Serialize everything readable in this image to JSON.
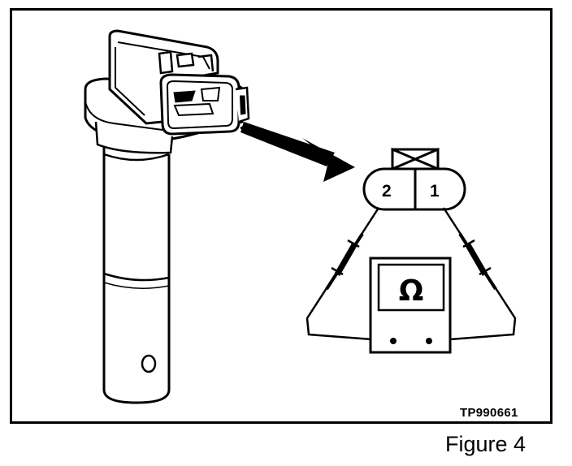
{
  "figure": {
    "caption": "Figure 4",
    "code": "TP990661"
  },
  "connector": {
    "pins": [
      "2",
      "1"
    ]
  },
  "meter": {
    "symbol": "Ω"
  }
}
